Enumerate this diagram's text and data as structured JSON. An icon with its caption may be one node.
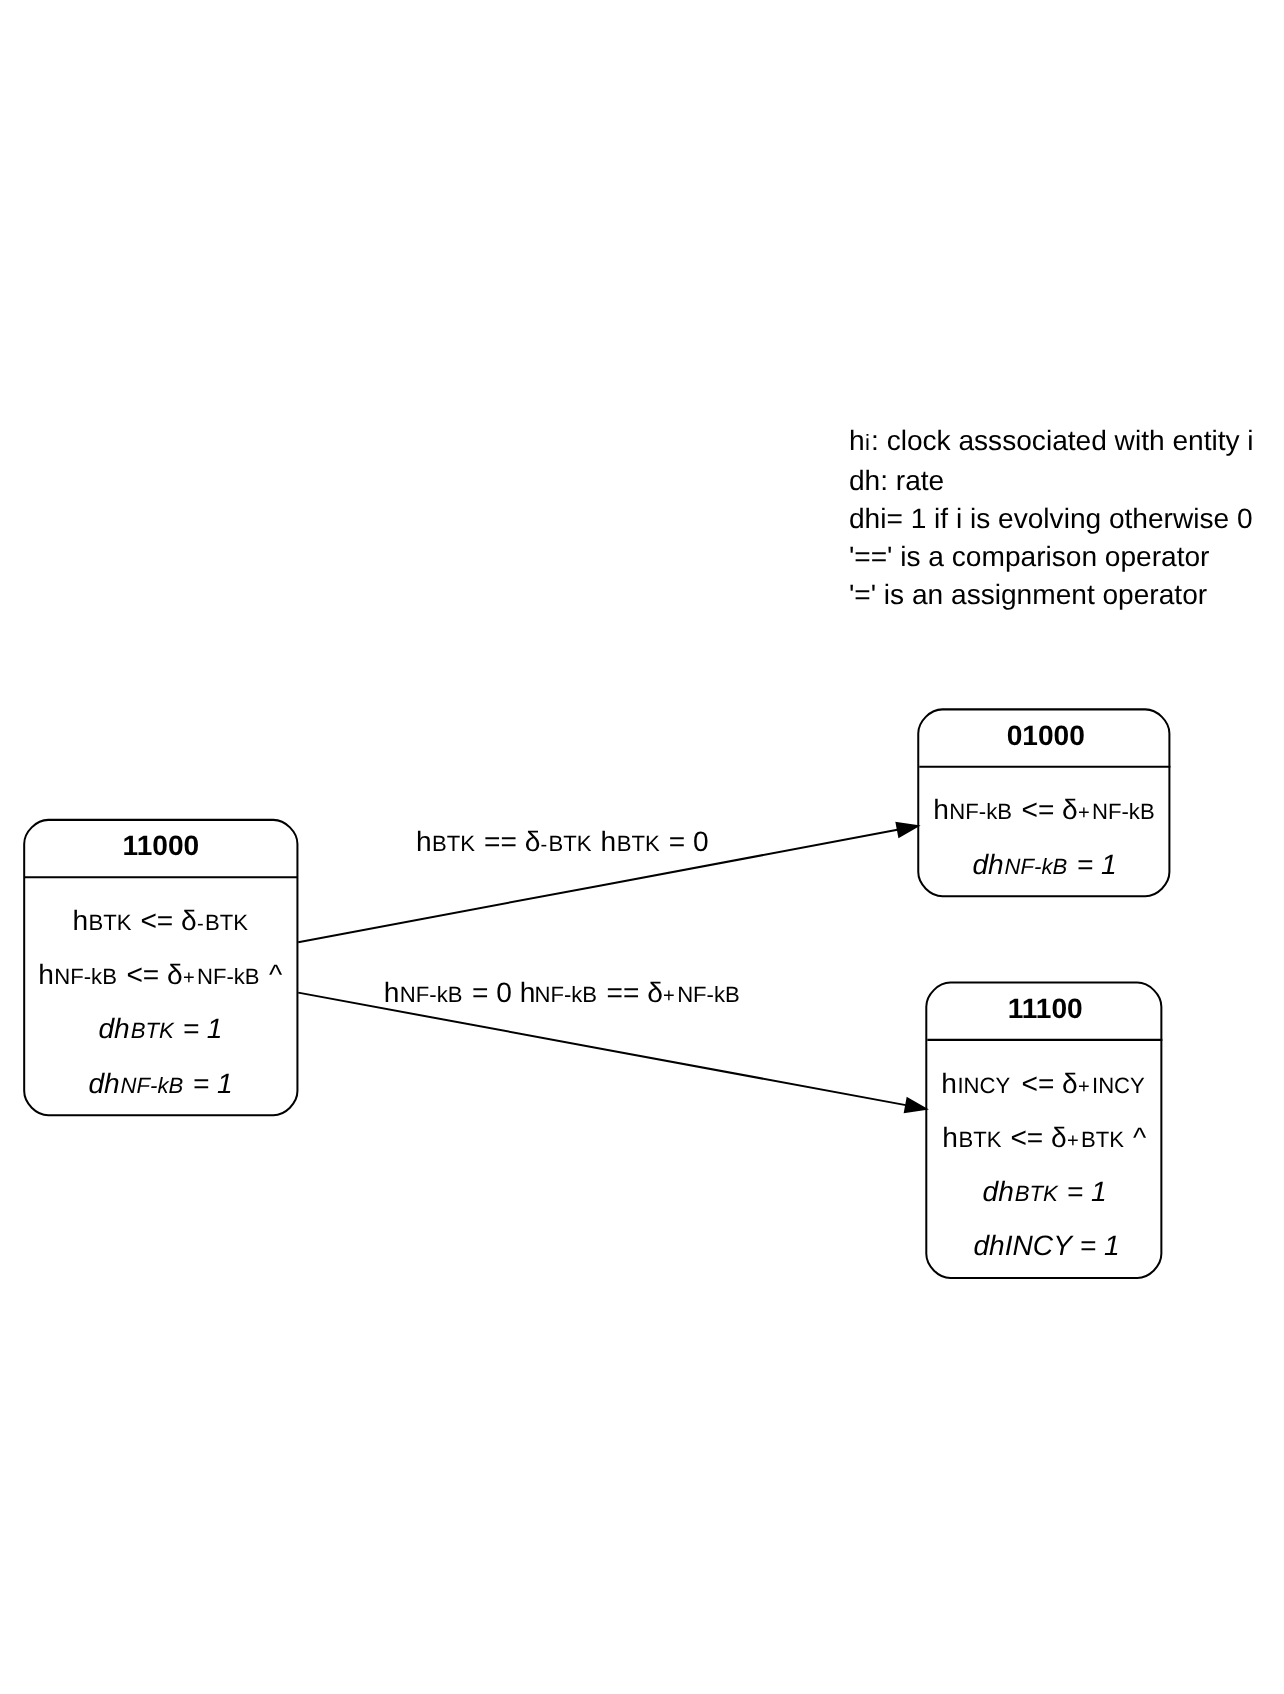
{
  "diagram": {
    "nodes": [
      {
        "text": [
          "01000",
          "h$_{NF-kB}$ <= δ$^{+}$$_{NF-kB}$",
          "*dh$_{NF-kB}$ = 1*"
        ]
      },
      {
        "text": [
          "11000",
          "h$_{BTK}$ <= δ$^{-}$$_{BTK}$",
          "h$_{NF-kB}$ <= δ$^{+}$$_{NF-kB}$ ^",
          "*dh$_{BTK}$ = 1*",
          "*dh$_{NF-kB}$ = 1*"
        ]
      },
      {
        "text": [
          "11100",
          "h$_{INCY}$ <= δ$^{+}$$_{INCY}$",
          "h$_{BTK}$ <= δ$^{+}$$_{BTK}$ ^",
          "*dh$_{BTK}$ = 1*",
          "*dhINCY = 1*"
        ]
      }
    ],
    "edges": [
      {
        "from": 1,
        "to": 0,
        "arrow": "to",
        "label": "h$_{BTK}$ == δ$^{-}$$_{BTK}$ h$_{BTK}$ = 0"
      },
      {
        "from": 1,
        "to": 2,
        "arrow": "to",
        "label": "h$_{NF-kB}$ = 0 h$_{NF-kB}$ == δ$^{+}$$_{NF-kB}$"
      }
    ],
    "labels": [
      "h$_{i}$: clock asssociated with entity i",
      "dh: rate",
      "dhi= 1 if i is evolving otherwise 0",
      "'==' is a comparison operator",
      "'=' is an assignment operator"
    ]
  }
}
